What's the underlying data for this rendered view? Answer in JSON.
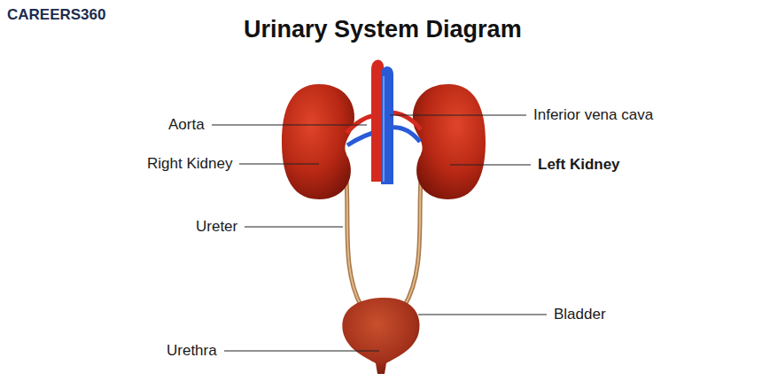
{
  "diagram": {
    "title": "Urinary System Diagram",
    "labels": [
      "CAREERS360",
      "Aorta",
      "Inferior vena cava",
      "Right Kidney",
      "Left Kidney",
      "Ureter",
      "Bladder",
      "Urethra"
    ]
  }
}
